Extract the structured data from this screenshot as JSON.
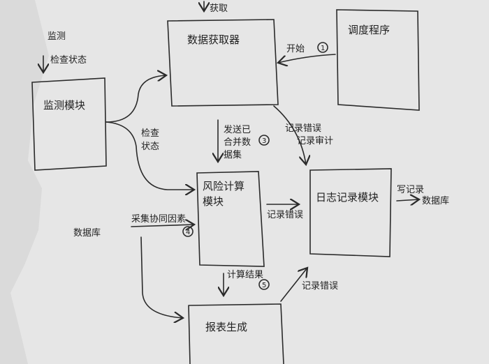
{
  "colors": {
    "paper": "#e6e6e6",
    "ink": "#2a2a2a"
  },
  "top": {
    "fetch_label": "获取"
  },
  "boxes": {
    "data_fetcher": "数据获取器",
    "scheduler": "调度程序",
    "monitor": "监测模块",
    "risk_calc_line1": "风险计算",
    "risk_calc_line2": "模块",
    "logger": "日志记录模块",
    "report": "报表生成"
  },
  "labels": {
    "monitor": "监测",
    "check_status_top": "检查状态",
    "check_status_1": "检查",
    "check_status_2": "状态",
    "start": "开始",
    "send_1": "发送已",
    "send_2": "合并数",
    "send_3": "据集",
    "log_err_audit_1": "记录错误",
    "log_err_audit_2": "记录审计",
    "collect": "采集协同因素",
    "log_error_mid": "记录错误",
    "database_left": "数据库",
    "calc_result": "计算结果",
    "log_error_bottom": "记录错误",
    "write_record": "写记录",
    "database_right": "数据库"
  },
  "steps": {
    "s1": "1",
    "s3": "3",
    "s4": "4",
    "s5": "5"
  }
}
